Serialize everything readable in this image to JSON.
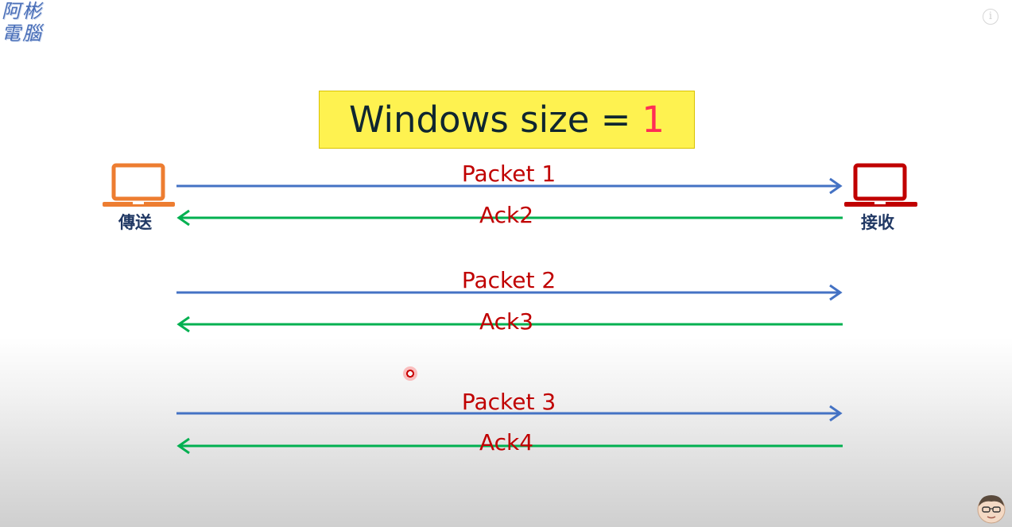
{
  "logo": {
    "line1": "阿彬",
    "line2": "電腦"
  },
  "header": {
    "title": "Windows size = ",
    "value": "1"
  },
  "sender": {
    "label": "傳送"
  },
  "receiver": {
    "label": "接收"
  },
  "exchanges": [
    {
      "packet": "Packet 1",
      "ack": "Ack2"
    },
    {
      "packet": "Packet 2",
      "ack": "Ack3"
    },
    {
      "packet": "Packet 3",
      "ack": "Ack4"
    }
  ],
  "colors": {
    "sender_laptop": "#ed7d31",
    "receiver_laptop": "#c00000",
    "packet_arrow": "#4472c4",
    "ack_arrow": "#00b050",
    "label_text": "#c00000",
    "title_value": "#ff2d55"
  },
  "icons": {
    "info": "info-icon",
    "avatar": "presenter-avatar-icon"
  }
}
